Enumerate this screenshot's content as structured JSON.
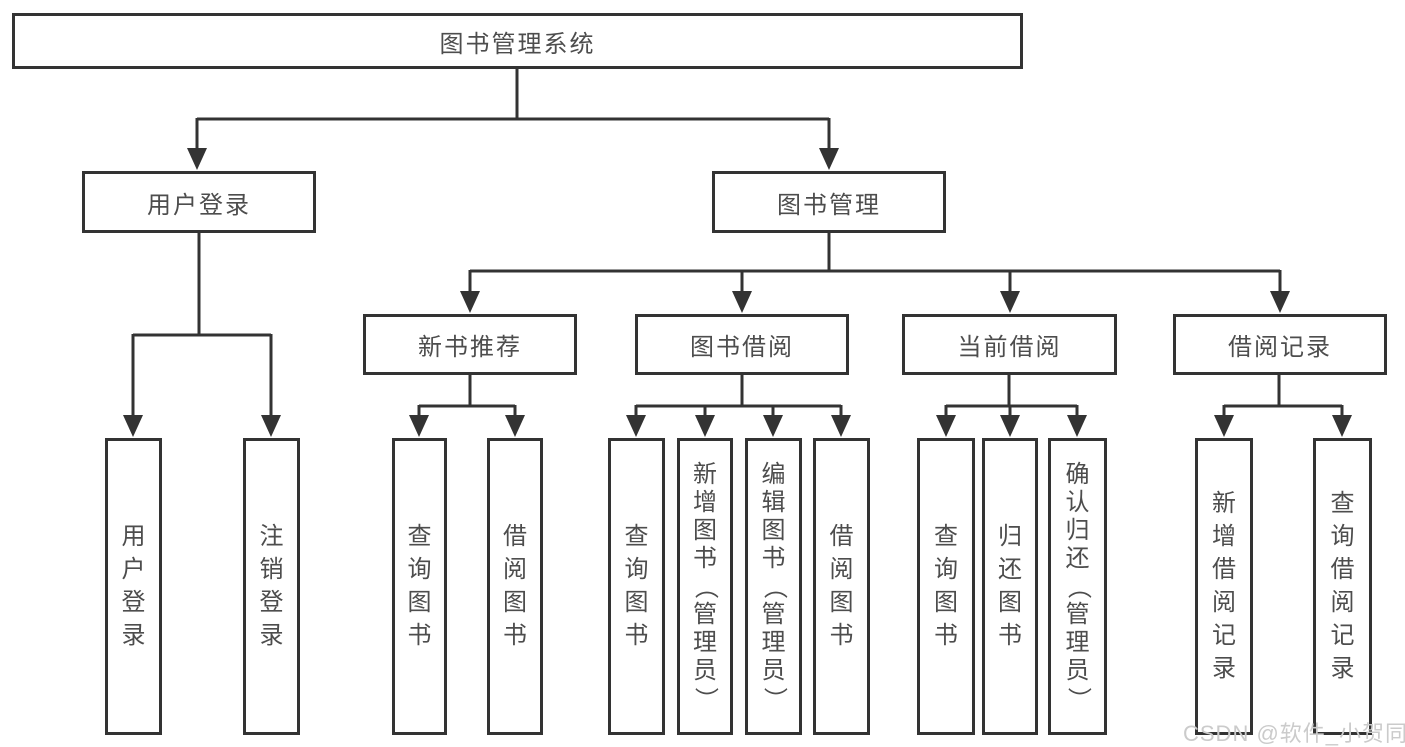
{
  "diagram": {
    "root": {
      "label": "图书管理系统"
    },
    "branches": [
      {
        "label": "用户登录",
        "children": [
          {
            "label": "用户登录"
          },
          {
            "label": "注销登录"
          }
        ]
      },
      {
        "label": "图书管理",
        "children": [
          {
            "label": "新书推荐",
            "children": [
              {
                "label": "查询图书"
              },
              {
                "label": "借阅图书"
              }
            ]
          },
          {
            "label": "图书借阅",
            "children": [
              {
                "label": "查询图书"
              },
              {
                "label": "新增图书（管理员）"
              },
              {
                "label": "编辑图书（管理员）"
              },
              {
                "label": "借阅图书"
              }
            ]
          },
          {
            "label": "当前借阅",
            "children": [
              {
                "label": "查询图书"
              },
              {
                "label": "归还图书"
              },
              {
                "label": "确认归还（管理员）"
              }
            ]
          },
          {
            "label": "借阅记录",
            "children": [
              {
                "label": "新增借阅记录"
              },
              {
                "label": "查询借阅记录"
              }
            ]
          }
        ]
      }
    ]
  },
  "watermark": {
    "text": "CSDN @软件_小贺同学"
  },
  "colors": {
    "line": "#333333",
    "text": "#4d4d4d",
    "background": "#ffffff",
    "watermark": "#cbcbcb"
  }
}
